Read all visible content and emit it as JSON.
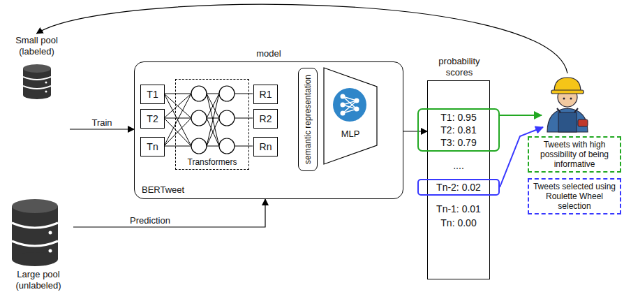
{
  "diagram": {
    "nodes": [
      {
        "text": [
          "Small pool (labeled)"
        ]
      },
      {
        "text": [
          "Large pool (unlabeled)"
        ]
      },
      {
        "text": [
          "model",
          "BERTweet"
        ]
      },
      {
        "text": [
          "Transformers"
        ],
        "in": 2
      },
      {
        "text": [
          "T1"
        ],
        "in": 2
      },
      {
        "text": [
          "T2"
        ],
        "in": 2
      },
      {
        "text": [
          "Tn"
        ],
        "in": 2
      },
      {
        "text": [
          "R1"
        ],
        "in": 2
      },
      {
        "text": [
          "R2"
        ],
        "in": 2
      },
      {
        "text": [
          "Rn"
        ],
        "in": 2
      },
      {
        "text": [
          "semantic representation"
        ],
        "in": 2
      },
      {
        "text": [
          "MLP"
        ],
        "in": 2
      },
      {
        "text": [
          "probability scores",
          "....",
          "Tn-1: 0.01",
          "Tn: 0.00"
        ]
      },
      {
        "text": [
          "T1: 0.95",
          "T2: 0.81",
          "T3: 0.79"
        ]
      },
      {
        "text": [
          "Tn-2: 0.02"
        ]
      },
      {
        "text": []
      },
      {
        "text": [
          "Tweets with high possibility of being informative"
        ]
      },
      {
        "text": [
          "Tweets selected using Roulette Wheel selection"
        ]
      }
    ],
    "edges": [
      {
        "from": 0,
        "to": 2,
        "label": "Train",
        "arrow": "to"
      },
      {
        "from": 1,
        "to": 2,
        "label": "Prediction",
        "arrow": "to"
      },
      {
        "from": 2,
        "to": 12,
        "arrow": "to"
      },
      {
        "from": 13,
        "to": 15,
        "arrow": "to"
      },
      {
        "from": 14,
        "to": 15,
        "arrow": "to"
      },
      {
        "from": 15,
        "to": 0,
        "arrow": "to"
      }
    ]
  }
}
